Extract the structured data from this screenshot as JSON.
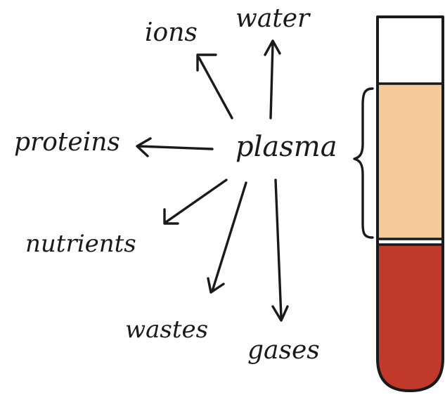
{
  "center_label": "plasma",
  "components": [
    {
      "key": "ions",
      "label": "ions"
    },
    {
      "key": "water",
      "label": "water"
    },
    {
      "key": "proteins",
      "label": "proteins"
    },
    {
      "key": "nutrients",
      "label": "nutrients"
    },
    {
      "key": "wastes",
      "label": "wastes"
    },
    {
      "key": "gases",
      "label": "gases"
    }
  ],
  "tube": {
    "layers": [
      {
        "name": "empty-top",
        "color": "#ffffff"
      },
      {
        "name": "plasma-layer",
        "color": "#f5c99a"
      },
      {
        "name": "red-cell-layer",
        "color": "#c0392b"
      }
    ]
  }
}
